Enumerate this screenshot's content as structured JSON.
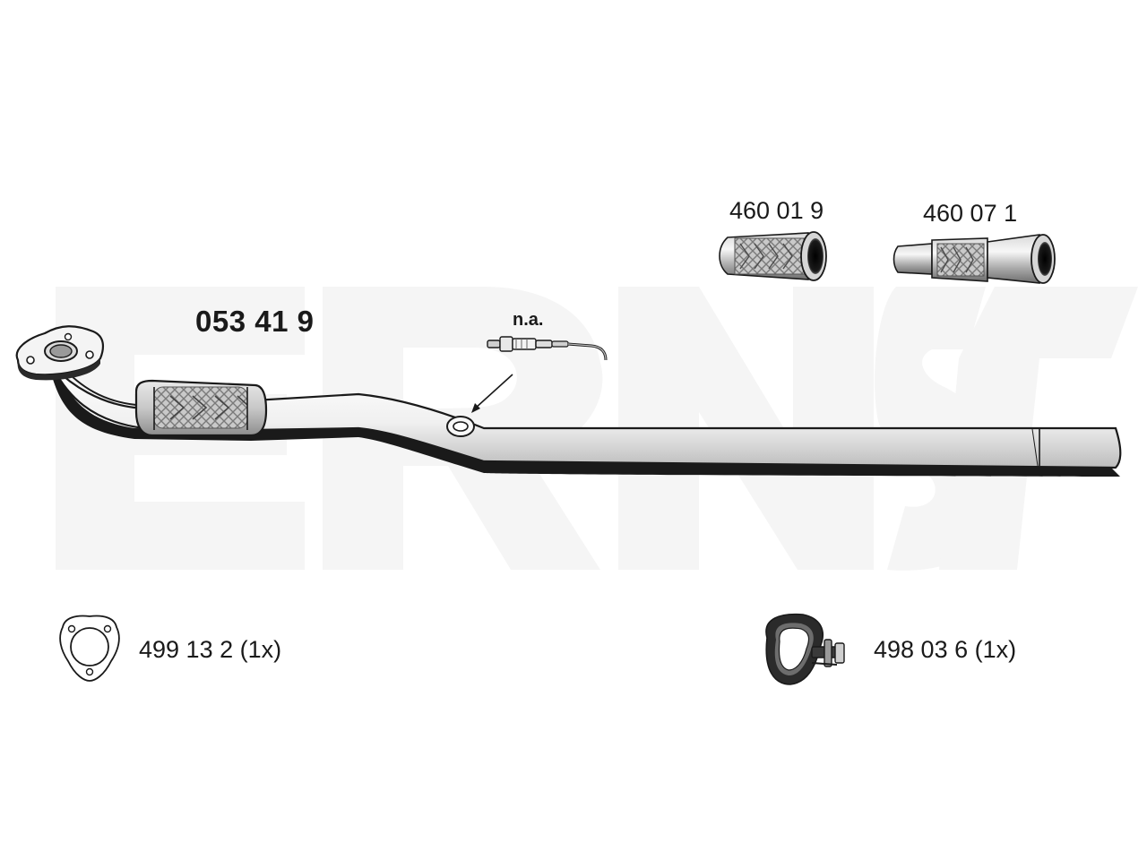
{
  "watermark": {
    "text": "ERNST",
    "color": "#f5f5f5"
  },
  "main_part": {
    "part_number": "053 41 9",
    "icon": "exhaust-front-pipe"
  },
  "sensor_note": {
    "text": "n.a.",
    "icon": "lambda-sensor"
  },
  "accessories": [
    {
      "part_number": "460 01 9",
      "icon": "flex-pipe"
    },
    {
      "part_number": "460 07 1",
      "icon": "flex-pipe-with-sleeves"
    },
    {
      "part_number": "499 13 2 (1x)",
      "icon": "flange-gasket"
    },
    {
      "part_number": "498 03 6 (1x)",
      "icon": "pipe-clamp"
    }
  ],
  "colors": {
    "outline": "#1a1a1a",
    "metal_light": "#f2f2f2",
    "metal_mid": "#9a9a9a",
    "metal_dark": "#444444"
  }
}
